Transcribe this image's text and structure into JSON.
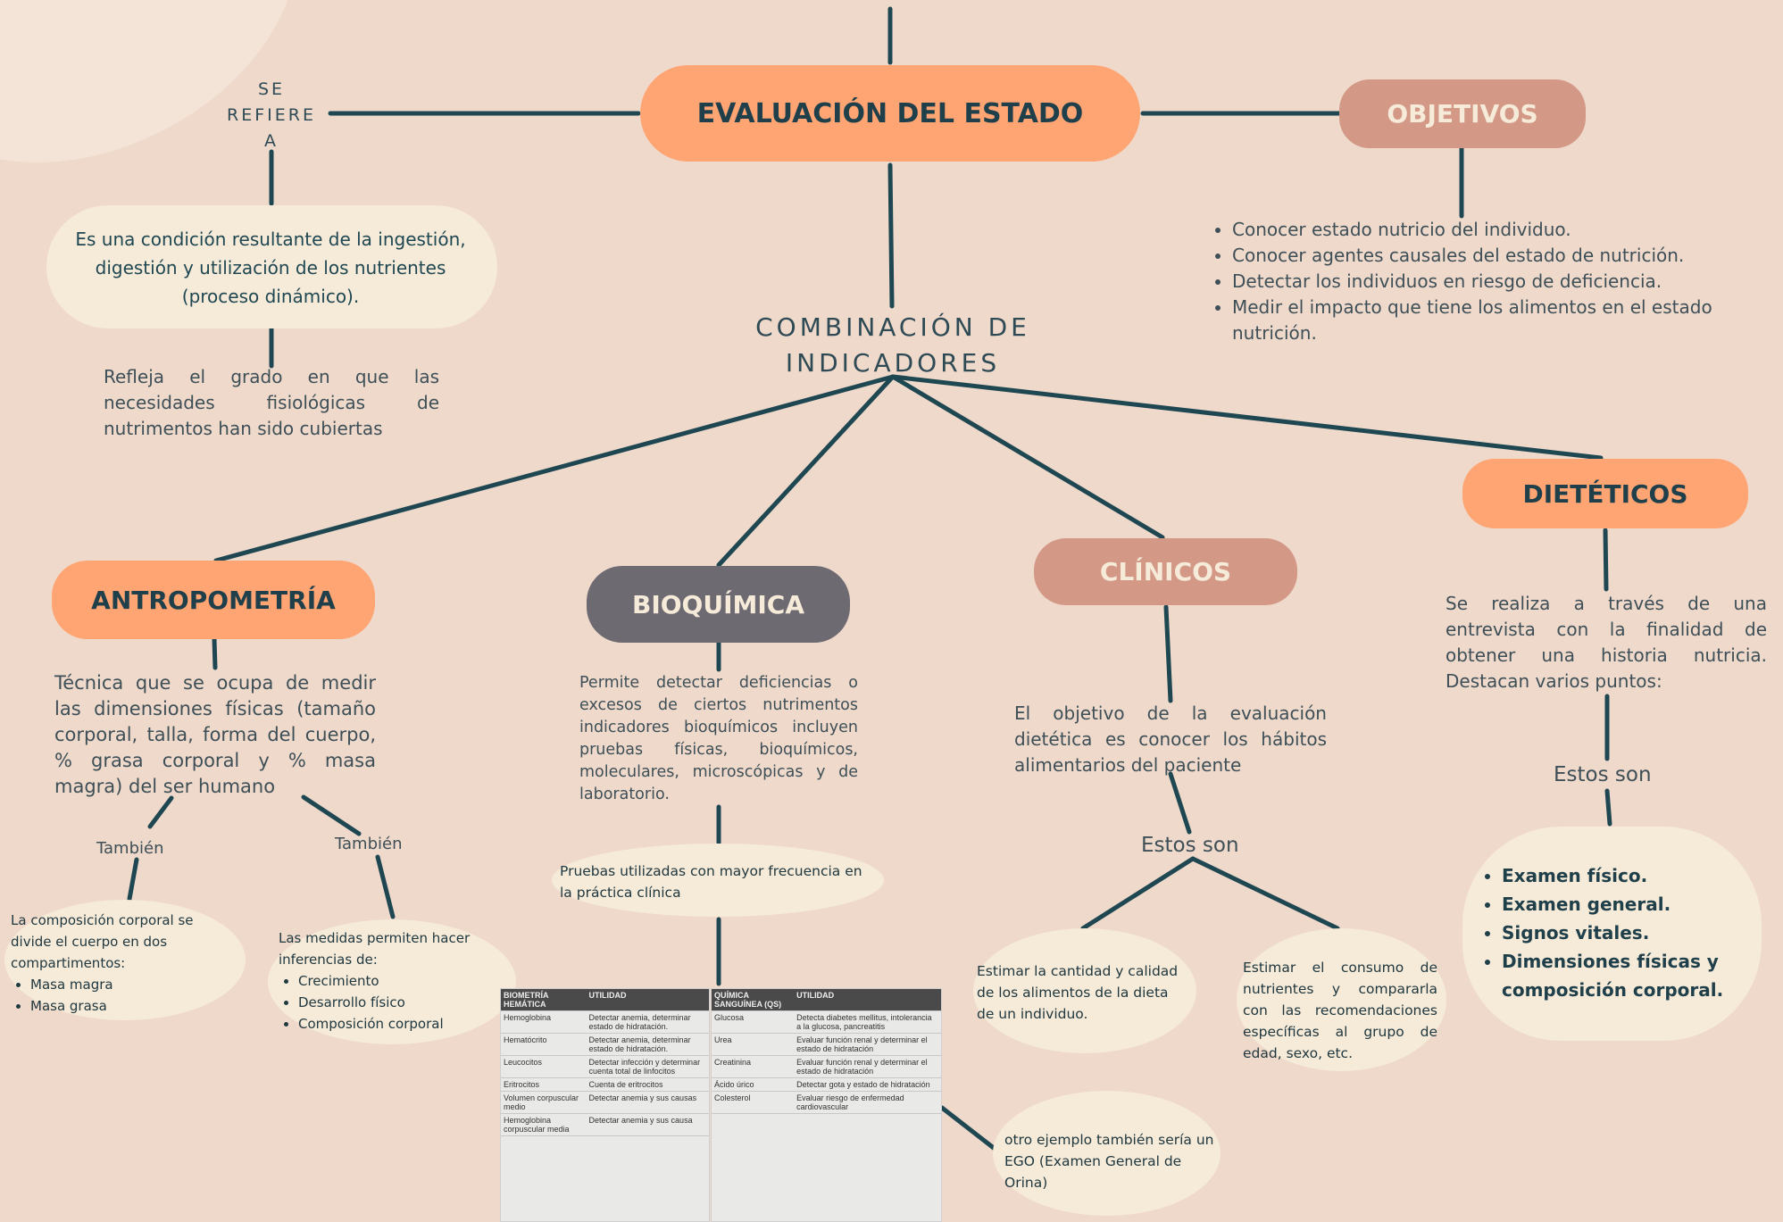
{
  "main": {
    "title": "EVALUACIÓN DEL ESTADO",
    "se_refiere": [
      "SE",
      "REFIERE",
      "A"
    ],
    "definition": "Es una condición resultante de la ingestión, digestión y utilización de los nutrientes (proceso dinámico).",
    "reflects": "Refleja el grado en que las necesidades fisiológicas de nutrimentos han sido cubiertas",
    "combination": [
      "COMBINACIÓN DE",
      "INDICADORES"
    ]
  },
  "objetivos": {
    "title": "OBJETIVOS",
    "items": [
      "Conocer estado nutricio del individuo.",
      "Conocer agentes causales del estado de nutrición.",
      "Detectar los individuos en riesgo de deficiencia.",
      "Medir el impacto que tiene los alimentos en el estado nutrición."
    ]
  },
  "antropometria": {
    "title": "ANTROPOMETRÍA",
    "desc": "Técnica que se ocupa de medir las dimensiones físicas (tamaño corporal, talla, forma del cuerpo, % grasa corporal y % masa magra) del ser humano",
    "tambien_left": "También",
    "tambien_right": "También",
    "left_text": "La composición corporal se divide el cuerpo en dos compartimentos:",
    "left_items": [
      "Masa magra",
      "Masa grasa"
    ],
    "right_text": "Las medidas permiten hacer inferencias de:",
    "right_items": [
      "Crecimiento",
      "Desarrollo físico",
      "Composición corporal"
    ]
  },
  "bioquimica": {
    "title": "BIOQUÍMICA",
    "desc": "Permite detectar deficiencias o excesos de ciertos nutrimentos indicadores bioquímicos incluyen pruebas físicas, bioquímicos, moleculares, microscópicas y de laboratorio.",
    "pruebas": "Pruebas utilizadas con mayor frecuencia en la práctica clínica",
    "ego": "otro ejemplo también sería un EGO (Examen General de Orina)",
    "table1": {
      "headers": [
        "BIOMETRÍA HEMÁTICA",
        "UTILIDAD"
      ],
      "rows": [
        [
          "Hemoglobina",
          "Detectar anemia, determinar estado de hidratación."
        ],
        [
          "Hematócrito",
          "Detectar anemia, determinar estado de hidratación."
        ],
        [
          "Leucocitos",
          "Detectar infección y determinar cuenta total de linfocitos"
        ],
        [
          "Eritrocitos",
          "Cuenta de eritrocitos"
        ],
        [
          "Volumen corpuscular medio",
          "Detectar anemia y sus causas"
        ],
        [
          "Hemoglobina corpuscular media",
          "Detectar anemia y sus causa"
        ]
      ]
    },
    "table2": {
      "headers": [
        "QUÍMICA SANGUÍNEA (QS)",
        "UTILIDAD"
      ],
      "rows": [
        [
          "Glucosa",
          "Detecta diabetes mellitus, intolerancia a la glucosa, pancreatitis"
        ],
        [
          "Urea",
          "Evaluar función renal y determinar el estado de hidratación"
        ],
        [
          "Creatinina",
          "Evaluar función renal y determinar el estado de hidratación"
        ],
        [
          "Ácido úrico",
          "Detectar gota y estado de hidratación"
        ],
        [
          "Colesterol",
          "Evaluar riesgo de enfermedad cardiovascular"
        ]
      ]
    }
  },
  "clinicos": {
    "title": "CLÍNICOS",
    "desc": "El objetivo de la evaluación dietética es conocer los hábitos alimentarios del paciente",
    "estos_son": "Estos son",
    "left": "Estimar la cantidad y calidad de los alimentos de la dieta de un individuo.",
    "right": "Estimar el consumo de nutrientes y compararla con las recomendaciones específicas al grupo de edad, sexo, etc."
  },
  "dieteticos": {
    "title": "DIETÉTICOS",
    "desc": "Se realiza a través de una entrevista con la finalidad de obtener una historia nutricia. Destacan varios puntos:",
    "estos_son": "Estos son",
    "items": [
      "Examen físico.",
      "Examen general.",
      "Signos vitales.",
      "Dimensiones físicas y composición corporal."
    ]
  },
  "colors": {
    "background": "#efd9cb",
    "orange": "#ffa574",
    "rose": "#d39886",
    "gray": "#6e6a72",
    "cream": "#f6ead9",
    "line": "#1f4752"
  }
}
